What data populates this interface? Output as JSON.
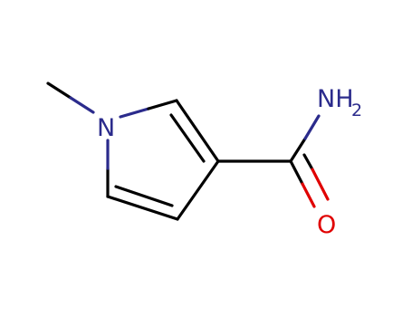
{
  "molecule": {
    "atoms": {
      "n1": {
        "element": "N",
        "color": "#2b2b8c"
      },
      "n2": {
        "element": "NH",
        "subscript": "2",
        "color": "#2b2b8c"
      },
      "o1": {
        "element": "O",
        "color": "#e00000"
      }
    },
    "bond_color": "#000000"
  }
}
